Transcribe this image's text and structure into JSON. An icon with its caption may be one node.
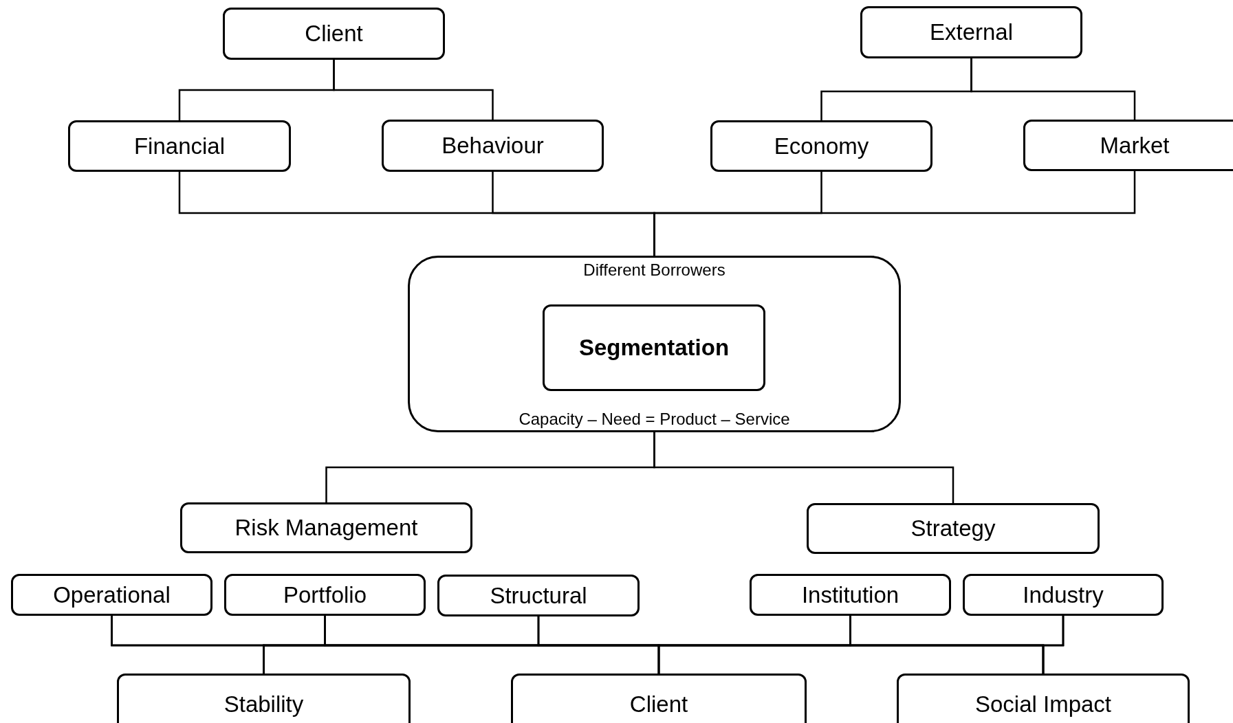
{
  "diagram": {
    "nodes": [
      {
        "text": [
          "Client"
        ]
      },
      {
        "text": [
          "External"
        ]
      },
      {
        "text": [
          "Financial"
        ]
      },
      {
        "text": [
          "Behaviour"
        ]
      },
      {
        "text": [
          "Economy"
        ]
      },
      {
        "text": [
          "Market"
        ]
      },
      {
        "text": [
          "Different Borrowers",
          "Capacity – Need = Product – Service"
        ]
      },
      {
        "text": [
          "Segmentation"
        ],
        "in": 6
      },
      {
        "text": [
          "Risk Management"
        ]
      },
      {
        "text": [
          "Strategy"
        ]
      },
      {
        "text": [
          "Operational"
        ]
      },
      {
        "text": [
          "Portfolio"
        ]
      },
      {
        "text": [
          "Structural"
        ]
      },
      {
        "text": [
          "Institution"
        ]
      },
      {
        "text": [
          "Industry"
        ]
      },
      {
        "text": [
          "Stability"
        ]
      },
      {
        "text": [
          "Client"
        ]
      },
      {
        "text": [
          "Social Impact"
        ]
      }
    ],
    "edges": [
      {
        "from": 0,
        "to": 2,
        "arrow": "none"
      },
      {
        "from": 0,
        "to": 3,
        "arrow": "none"
      },
      {
        "from": 1,
        "to": 4,
        "arrow": "none"
      },
      {
        "from": 1,
        "to": 5,
        "arrow": "none"
      },
      {
        "from": 2,
        "to": 6,
        "arrow": "none"
      },
      {
        "from": 3,
        "to": 6,
        "arrow": "none"
      },
      {
        "from": 4,
        "to": 6,
        "arrow": "none"
      },
      {
        "from": 5,
        "to": 6,
        "arrow": "none"
      },
      {
        "from": 6,
        "to": 8,
        "arrow": "none"
      },
      {
        "from": 6,
        "to": 9,
        "arrow": "none"
      },
      {
        "from": 10,
        "to": 15,
        "arrow": "none"
      },
      {
        "from": 10,
        "to": 16,
        "arrow": "none"
      },
      {
        "from": 10,
        "to": 17,
        "arrow": "none"
      },
      {
        "from": 11,
        "to": 15,
        "arrow": "none"
      },
      {
        "from": 11,
        "to": 16,
        "arrow": "none"
      },
      {
        "from": 11,
        "to": 17,
        "arrow": "none"
      },
      {
        "from": 12,
        "to": 15,
        "arrow": "none"
      },
      {
        "from": 12,
        "to": 16,
        "arrow": "none"
      },
      {
        "from": 12,
        "to": 17,
        "arrow": "none"
      },
      {
        "from": 13,
        "to": 15,
        "arrow": "none"
      },
      {
        "from": 13,
        "to": 16,
        "arrow": "none"
      },
      {
        "from": 13,
        "to": 17,
        "arrow": "none"
      },
      {
        "from": 14,
        "to": 15,
        "arrow": "none"
      },
      {
        "from": 14,
        "to": 16,
        "arrow": "none"
      },
      {
        "from": 14,
        "to": 17,
        "arrow": "none"
      }
    ]
  }
}
